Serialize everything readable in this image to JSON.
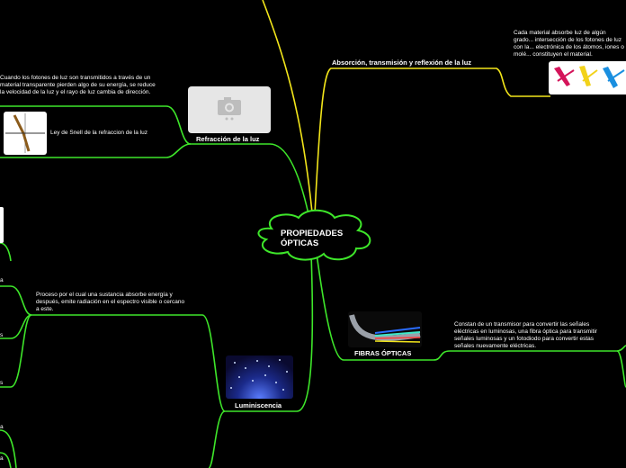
{
  "center": {
    "title": "PROPIEDADES ÓPTICAS"
  },
  "absorcion": {
    "label": "Absorción, transmisión y reflexión de la luz",
    "description": "Cada material absorbe luz de algún grado... intersección de los fotones de luz con la... electrónica de los átomos, iones o molé... constituyen el material."
  },
  "refraccion": {
    "label": "Refracción de la luz",
    "description": "Cuando los fotones de luz son transmitidos a través de un material transparente pierden algo de su energía, se reduce la velocidad de la luz y el rayo de  luz cambia de dirección.",
    "snell_label": "Ley de Snell de la refraccion de la luz"
  },
  "luminiscencia": {
    "label": "Luminiscencia",
    "description": "Proceso por el cual una sustancia absorbe energía y después, emite radiación en el espectro visible o cercano a este."
  },
  "fibras": {
    "label": "FIBRAS ÓPTICAS",
    "description": "Constan de un transmisor para convertir las señales eléctricas en luminosas, una fibra óptica para transmitir señales luminosas y un fotodiodo para convertir estas señales nuevamente eléctricas."
  },
  "left_fragments": [
    "a",
    "s",
    "s",
    "a",
    "a"
  ],
  "colors": {
    "line_green": "#3ee62a",
    "line_yellow": "#f2e51a",
    "background": "#000000"
  }
}
